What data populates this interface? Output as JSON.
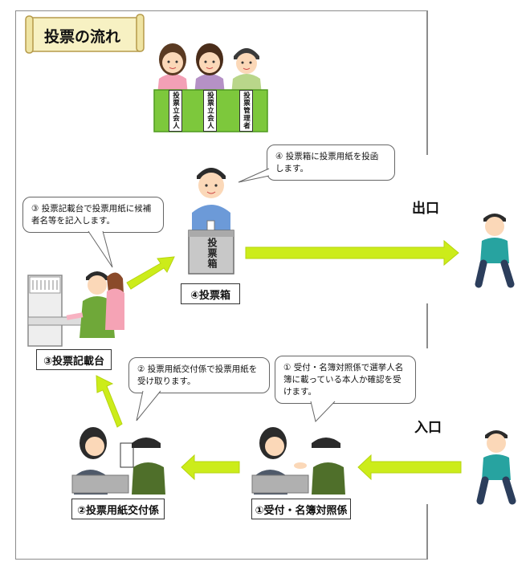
{
  "title": "投票の流れ",
  "table_cards": [
    "投票立会人",
    "投票立会人",
    "投票管理者"
  ],
  "ballot_box_text": "投票箱",
  "labels": {
    "ballot_box": "④投票箱",
    "writing_booth": "③投票記載台",
    "ballot_issue": "②投票用紙交付係",
    "reception": "①受付・名簿対照係"
  },
  "bubbles": {
    "step4": "④ 投票箱に投票用紙を投函します。",
    "step3": "③ 投票記載台で投票用紙に候補者名等を記入します。",
    "step2": "② 投票用紙交付係で投票用紙を受け取ります。",
    "step1": "① 受付・名簿対照係で選挙人名簿に載っている本人か確認を受けます。"
  },
  "exit_label": "出口",
  "entrance_label": "入口",
  "colors": {
    "arrow": "#ccec1a",
    "table": "#7dc83c",
    "title_bg": "#f7f1c3",
    "ballot_box": "#c8c8c8"
  }
}
